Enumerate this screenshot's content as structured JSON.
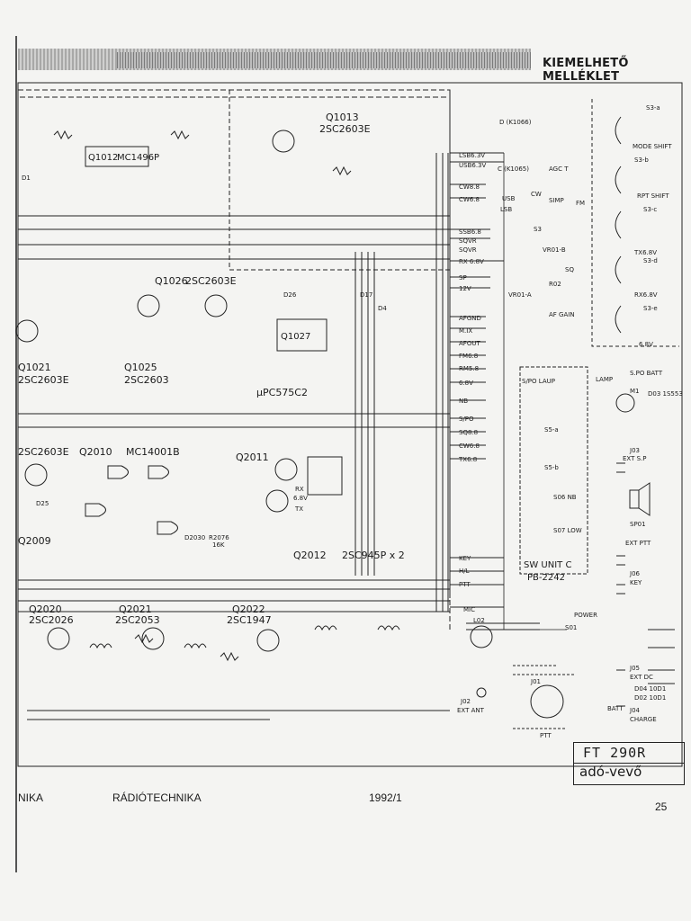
{
  "header": {
    "title": "KIEMELHETŐ MELLÉKLET"
  },
  "footer": {
    "left_fragment": "NIKA",
    "magazine": "RÁDIÓTECHNIKA",
    "issue": "1992/1",
    "page_number": "25"
  },
  "title_block": {
    "model": "FT 290R",
    "subtitle": "adó-vevő"
  },
  "transistors": [
    {
      "ref": "Q1013",
      "type": "2SC2603E"
    },
    {
      "ref": "Q1012",
      "type": "MC1496P"
    },
    {
      "ref": "Q1026",
      "type": "2SC2603E"
    },
    {
      "ref": "Q1027",
      "type": ""
    },
    {
      "ref": "Q1025",
      "type": "2SC2603"
    },
    {
      "ref": "Q1021",
      "type": "2SC2603E"
    },
    {
      "ref": "Q2010",
      "type": "MC14001B"
    },
    {
      "ref": "Q2011",
      "type": ""
    },
    {
      "ref": "Q2012",
      "type": "2SC945P x 2"
    },
    {
      "ref": "Q2009",
      "type": "2SC2603E"
    },
    {
      "ref": "Q2020",
      "type": "2SC2026"
    },
    {
      "ref": "Q2021",
      "type": "2SC2053"
    },
    {
      "ref": "Q2022",
      "type": "2SC1947"
    }
  ],
  "ic_label": "μPC575C2",
  "bus_signals": [
    "LSB6.3V",
    "USB6.3V",
    "CW8.8",
    "CW6.8",
    "SSB6.8",
    "SQVR",
    "SQVR",
    "RX 6.8V",
    "SP",
    "12V",
    "AFGND",
    "M.IX",
    "AFOUT",
    "FM6.8",
    "RM5.8",
    "6.8V",
    "NB",
    "S/PO",
    "SQ8.8",
    "CW6.8",
    "TX6.8",
    "KEY",
    "H/L",
    "PTT",
    "MIC"
  ],
  "switches": [
    {
      "ref": "S3-a",
      "label": "MODE SHIFT"
    },
    {
      "ref": "S3-b",
      "label": "RPT SHIFT"
    },
    {
      "ref": "S3-c",
      "label": "TX6.8V"
    },
    {
      "ref": "S3-d",
      "label": "RX6.8V"
    },
    {
      "ref": "S3-e",
      "label": "6.8V"
    }
  ],
  "mode_switch": {
    "labels": [
      "D (K1066)",
      "C (K1065)",
      "AGC T",
      "USB",
      "LSB",
      "CW",
      "SIMP",
      "FM",
      "S3"
    ]
  },
  "controls": {
    "vr_b": "VR01-B",
    "sq": "SQ",
    "vr_a": "VR01-A",
    "af_gain": "AF GAIN",
    "r02": "R02"
  },
  "sw_unit": {
    "title": "SW UNIT C",
    "part": "PB-2242",
    "items": [
      "S/PO LAUP",
      "S5-a",
      "S5-b",
      "S06 NB",
      "S07 LOW"
    ],
    "lamp": "LAMP",
    "spo_batt": "S.PO BATT",
    "m1": "M1",
    "d03": "D03 1S553"
  },
  "connectors": [
    {
      "ref": "J03",
      "label": "EXT S.P"
    },
    {
      "ref": "SP01",
      "label": ""
    },
    {
      "ref": "",
      "label": "EXT PTT"
    },
    {
      "ref": "J06",
      "label": "KEY"
    },
    {
      "ref": "S01",
      "label": "POWER"
    },
    {
      "ref": "J05",
      "label": "EXT DC"
    },
    {
      "ref": "J04",
      "label": "CHARGE"
    },
    {
      "ref": "J02",
      "label": "EXT ANT"
    },
    {
      "ref": "J01",
      "label": ""
    },
    {
      "ref": "",
      "label": "BATT"
    }
  ],
  "misc_labels": [
    "RX",
    "6.8V",
    "TX",
    "D2030",
    "R2076",
    "16K",
    "D1",
    "D17",
    "D4",
    "D25",
    "D26",
    "L02",
    "D04 10D1",
    "D02 10D1",
    "PTT"
  ]
}
